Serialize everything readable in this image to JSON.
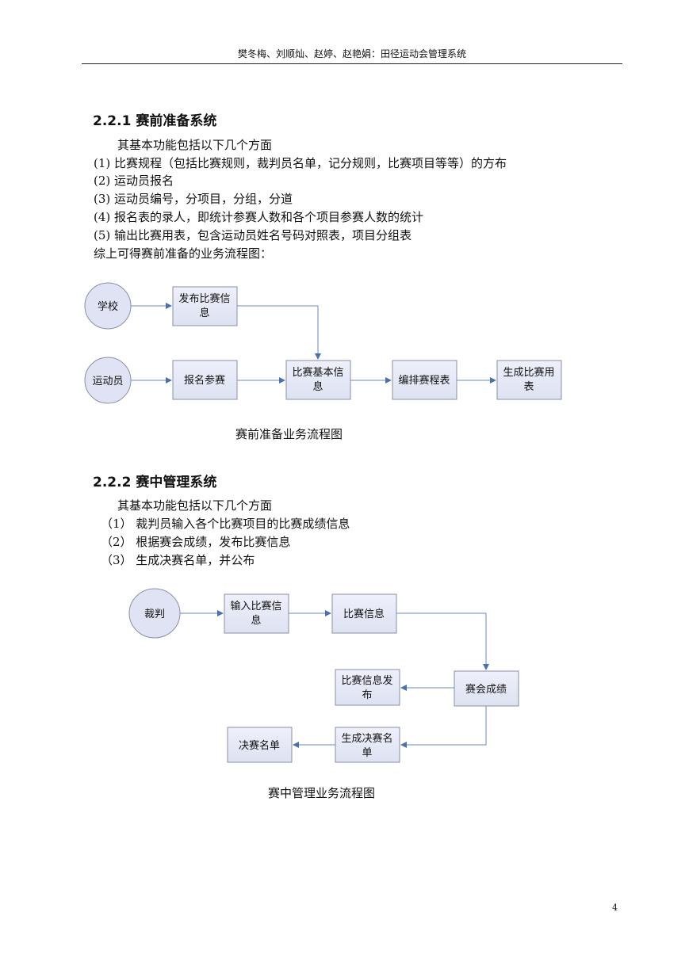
{
  "header": {
    "text": "樊冬梅、刘顺灿、赵婷、赵艳娟：田径运动会管理系统"
  },
  "section1": {
    "title": "2.2.1 赛前准备系统",
    "intro": "其基本功能包括以下几个方面",
    "items": [
      "(1) 比赛规程（包括比赛规则，裁判员名单，记分规则，比赛项目等等）的方布",
      "(2) 运动员报名",
      "(3) 运动员编号，分项目，分组，分道",
      "(4) 报名表的录人，即统计参赛人数和各个项目参赛人数的统计",
      "(5) 输出比赛用表，包含运动员姓名号码对照表，项目分组表"
    ],
    "summary": "综上可得赛前准备的业务流程图：",
    "diagram": {
      "school": "学校",
      "athlete": "运动员",
      "publish_l1": "发布比赛信",
      "publish_l2": "息",
      "register": "报名参赛",
      "basic_l1": "比赛基本信",
      "basic_l2": "息",
      "schedule": "编排赛程表",
      "generate_l1": "生成比赛用",
      "generate_l2": "表"
    },
    "caption": "赛前准备业务流程图"
  },
  "section2": {
    "title": "2.2.2 赛中管理系统",
    "intro": "其基本功能包括以下几个方面",
    "items": [
      "（1）  裁判员输入各个比赛项目的比赛成绩信息",
      "（2）  根据赛会成绩，发布比赛信息",
      "（3）  生成决赛名单，并公布"
    ],
    "diagram": {
      "referee": "裁判",
      "input_l1": "输入比赛信",
      "input_l2": "息",
      "info": "比赛信息",
      "results": "赛会成绩",
      "release_l1": "比赛信息发",
      "release_l2": "布",
      "finallist_l1": "生成决赛名",
      "finallist_l2": "单",
      "final": "决赛名单"
    },
    "caption": "赛中管理业务流程图"
  },
  "page_number": "4"
}
